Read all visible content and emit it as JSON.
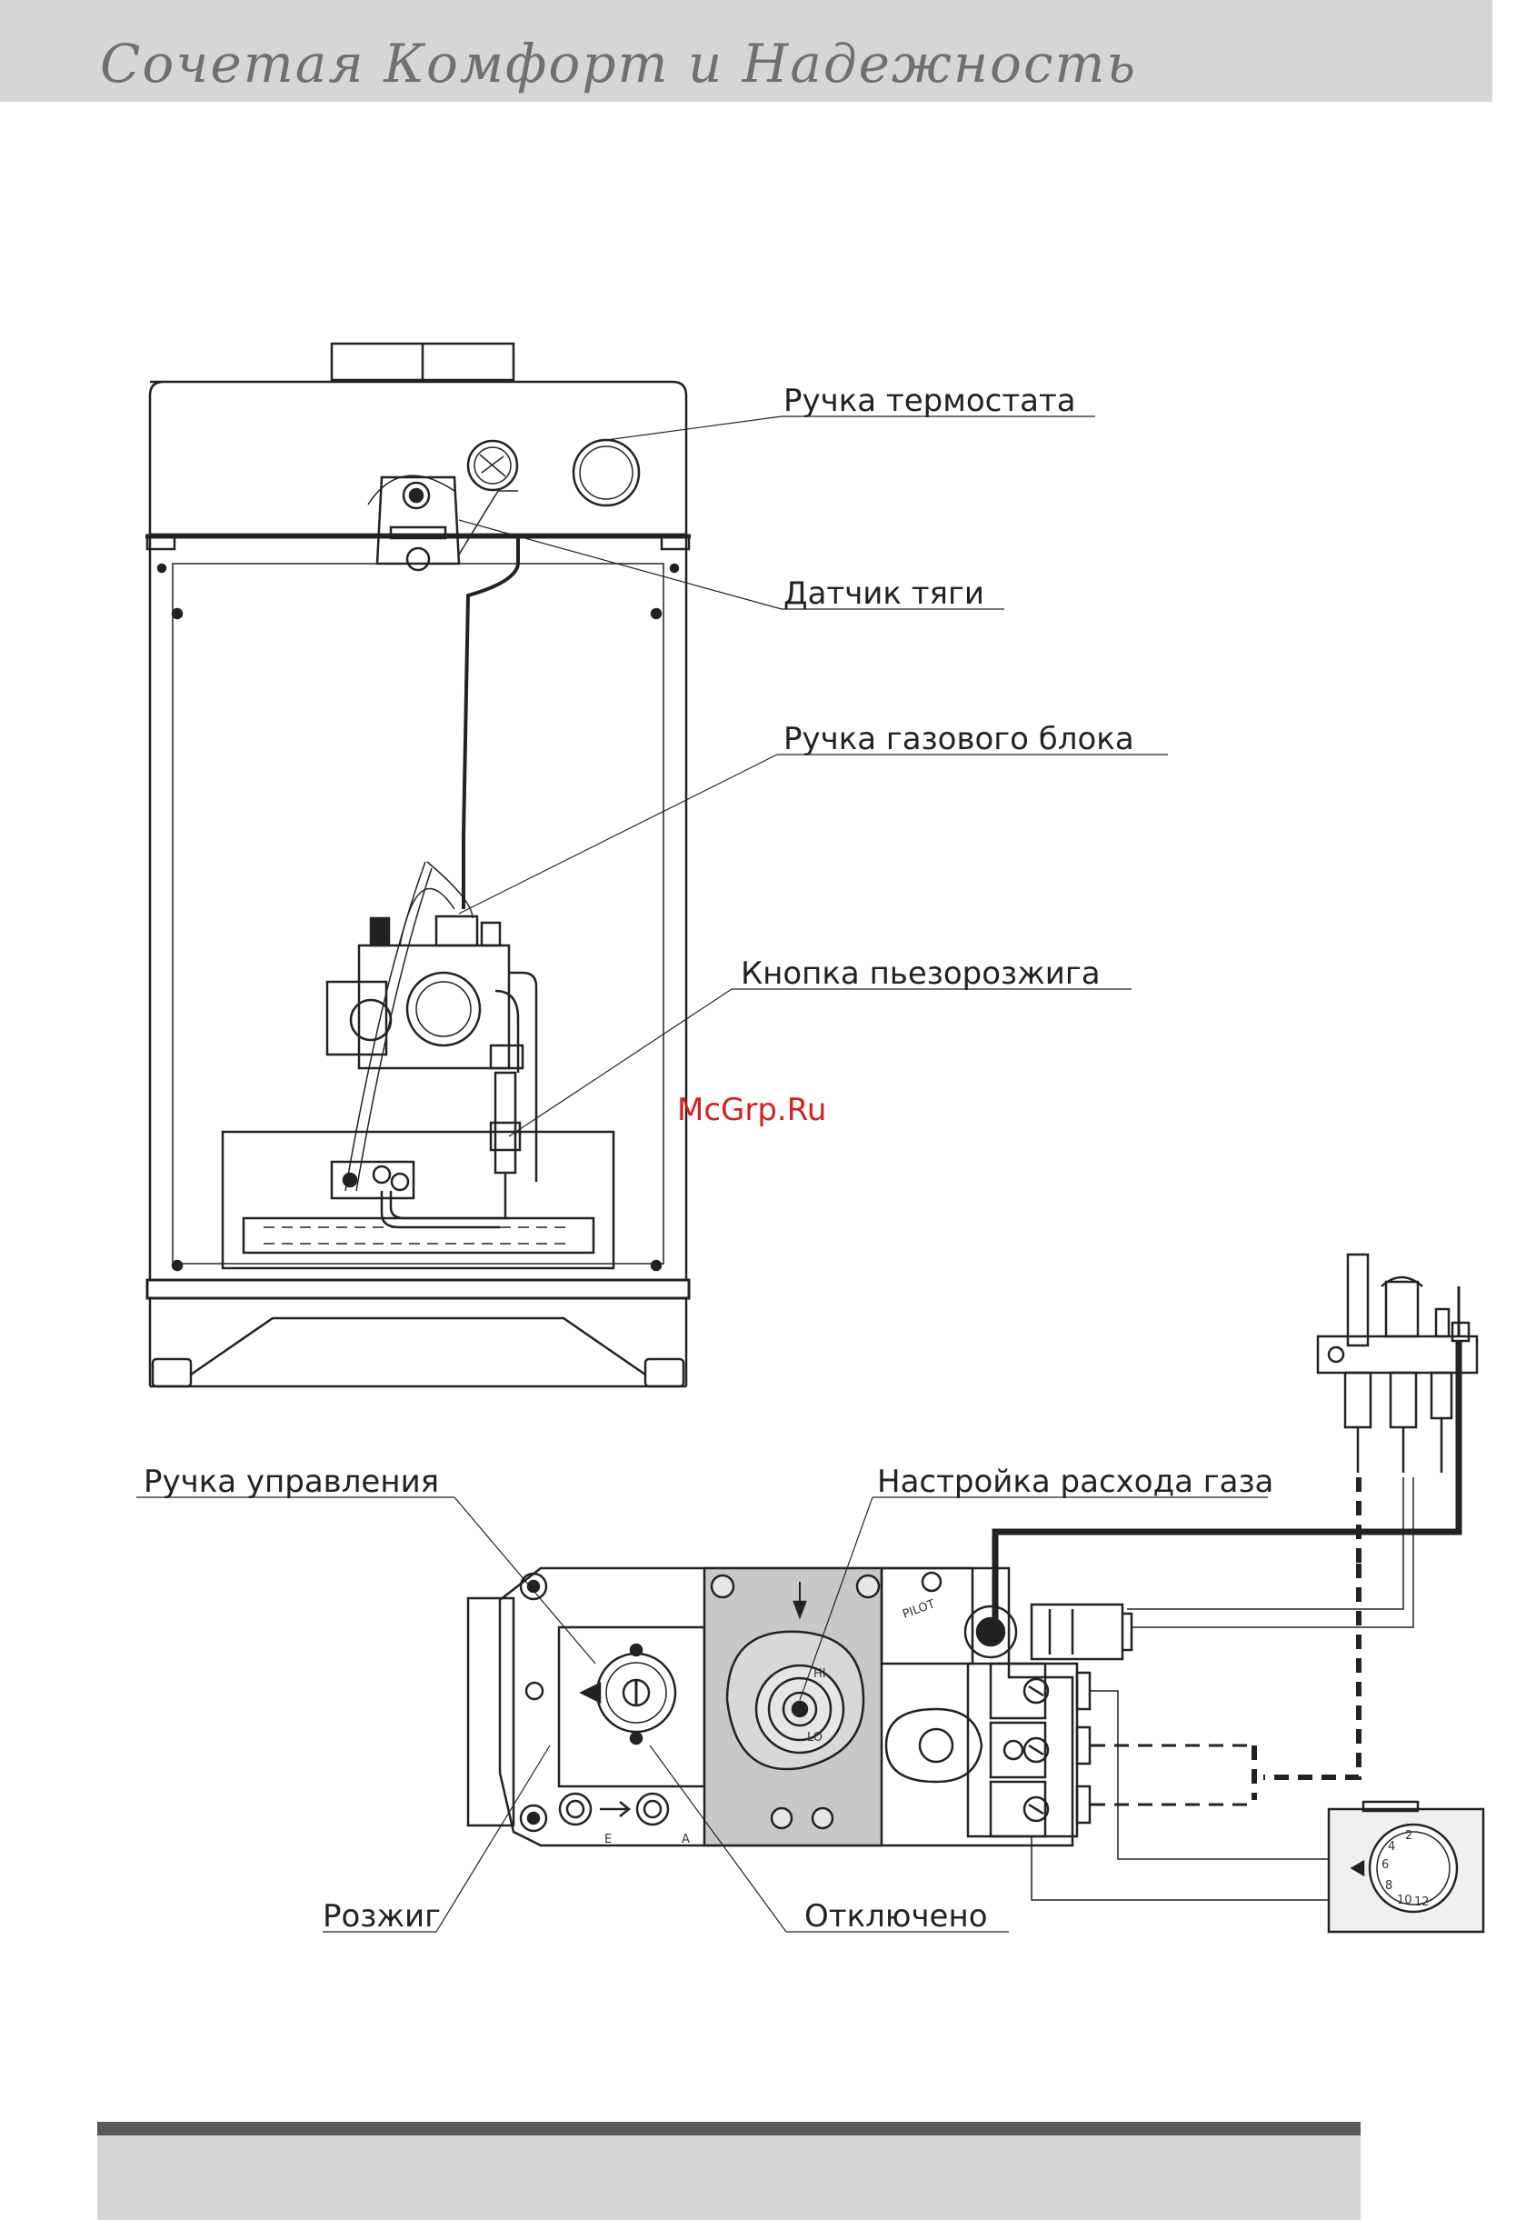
{
  "header": {
    "title": "Сочетая Комфорт и Надежность"
  },
  "labels": {
    "thermostat_knob": "Ручка термостата",
    "draft_sensor": "Датчик тяги",
    "gas_block_knob": "Ручка газового блока",
    "piezo_button": "Кнопка пьезорозжига",
    "control_knob": "Ручка управления",
    "gas_flow_setting": "Настройка расхода газа",
    "ignition": "Розжиг",
    "off": "Отключено"
  },
  "watermark": "McGrp.Ru",
  "valve_markings": {
    "pilot": "PILOT",
    "left_port": "E",
    "right_port": "A",
    "hi": "HI",
    "lo": "LO"
  },
  "thermostat_dial": [
    "2",
    "4",
    "6",
    "8",
    "10",
    "12"
  ],
  "colors": {
    "header_band": "#d6d6d6",
    "footer_rule": "#595959",
    "watermark": "#d42020",
    "line": "#222222"
  }
}
